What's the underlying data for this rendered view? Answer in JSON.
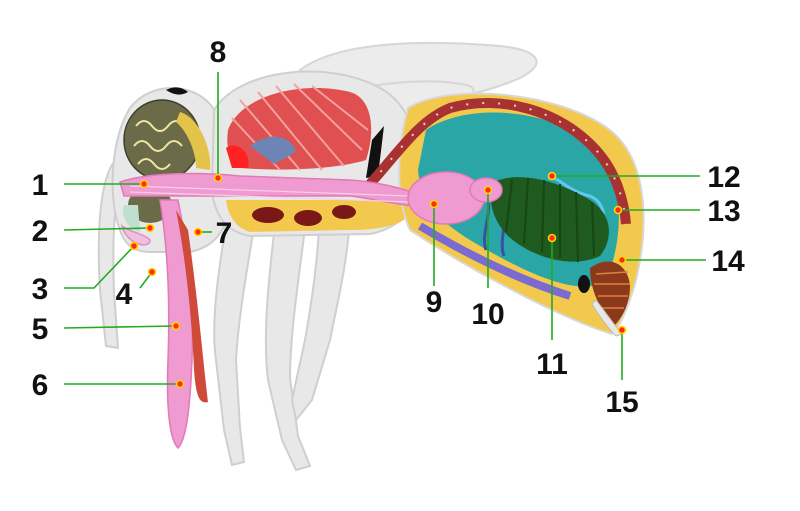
{
  "callouts": [
    {
      "id": "1",
      "label": "1"
    },
    {
      "id": "2",
      "label": "2"
    },
    {
      "id": "3",
      "label": "3"
    },
    {
      "id": "4",
      "label": "4"
    },
    {
      "id": "5",
      "label": "5"
    },
    {
      "id": "6",
      "label": "6"
    },
    {
      "id": "7",
      "label": "7"
    },
    {
      "id": "8",
      "label": "8"
    },
    {
      "id": "9",
      "label": "9"
    },
    {
      "id": "10",
      "label": "10"
    },
    {
      "id": "11",
      "label": "11"
    },
    {
      "id": "12",
      "label": "12"
    },
    {
      "id": "13",
      "label": "13"
    },
    {
      "id": "14",
      "label": "14"
    },
    {
      "id": "15",
      "label": "15"
    }
  ],
  "colors": {
    "leader": "#22aa22",
    "marker_fill": "#ff2a1a",
    "marker_ring": "#ffd400",
    "body_outline": "#cfcfcf",
    "body_fill": "#e8e8e8",
    "flight_muscle": "#e05050",
    "fat_body": "#f2c94c",
    "hemolymph": "#2aa6a6",
    "digestive_tract": "#ef9ad0",
    "midgut": "#1f5a1f",
    "dorsal_vessel": "#a83232",
    "brain": "#6b6b4a"
  }
}
